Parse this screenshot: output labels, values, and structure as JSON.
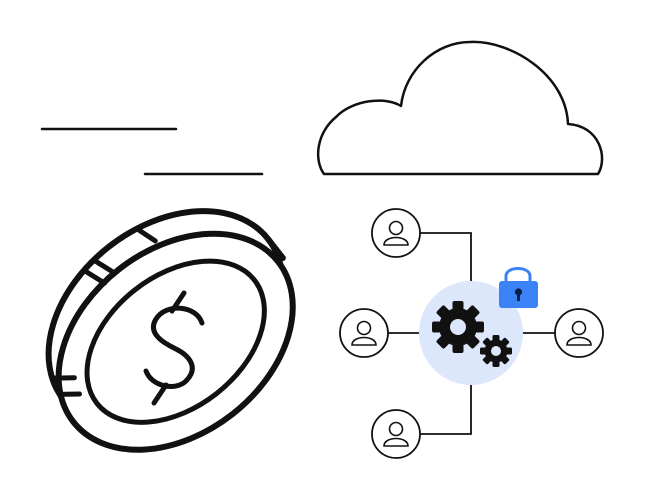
{
  "illustration": {
    "elements": [
      "speed-lines",
      "cloud",
      "dollar-coin",
      "user-network",
      "gears-hub",
      "padlock"
    ],
    "user_count": 4,
    "colors": {
      "stroke": "#111111",
      "background": "#ffffff",
      "hub_fill": "#dde7fb",
      "lock_fill": "#3b82f6",
      "lock_shackle": "#3b82f6",
      "keyhole": "#0b1f4a"
    }
  }
}
